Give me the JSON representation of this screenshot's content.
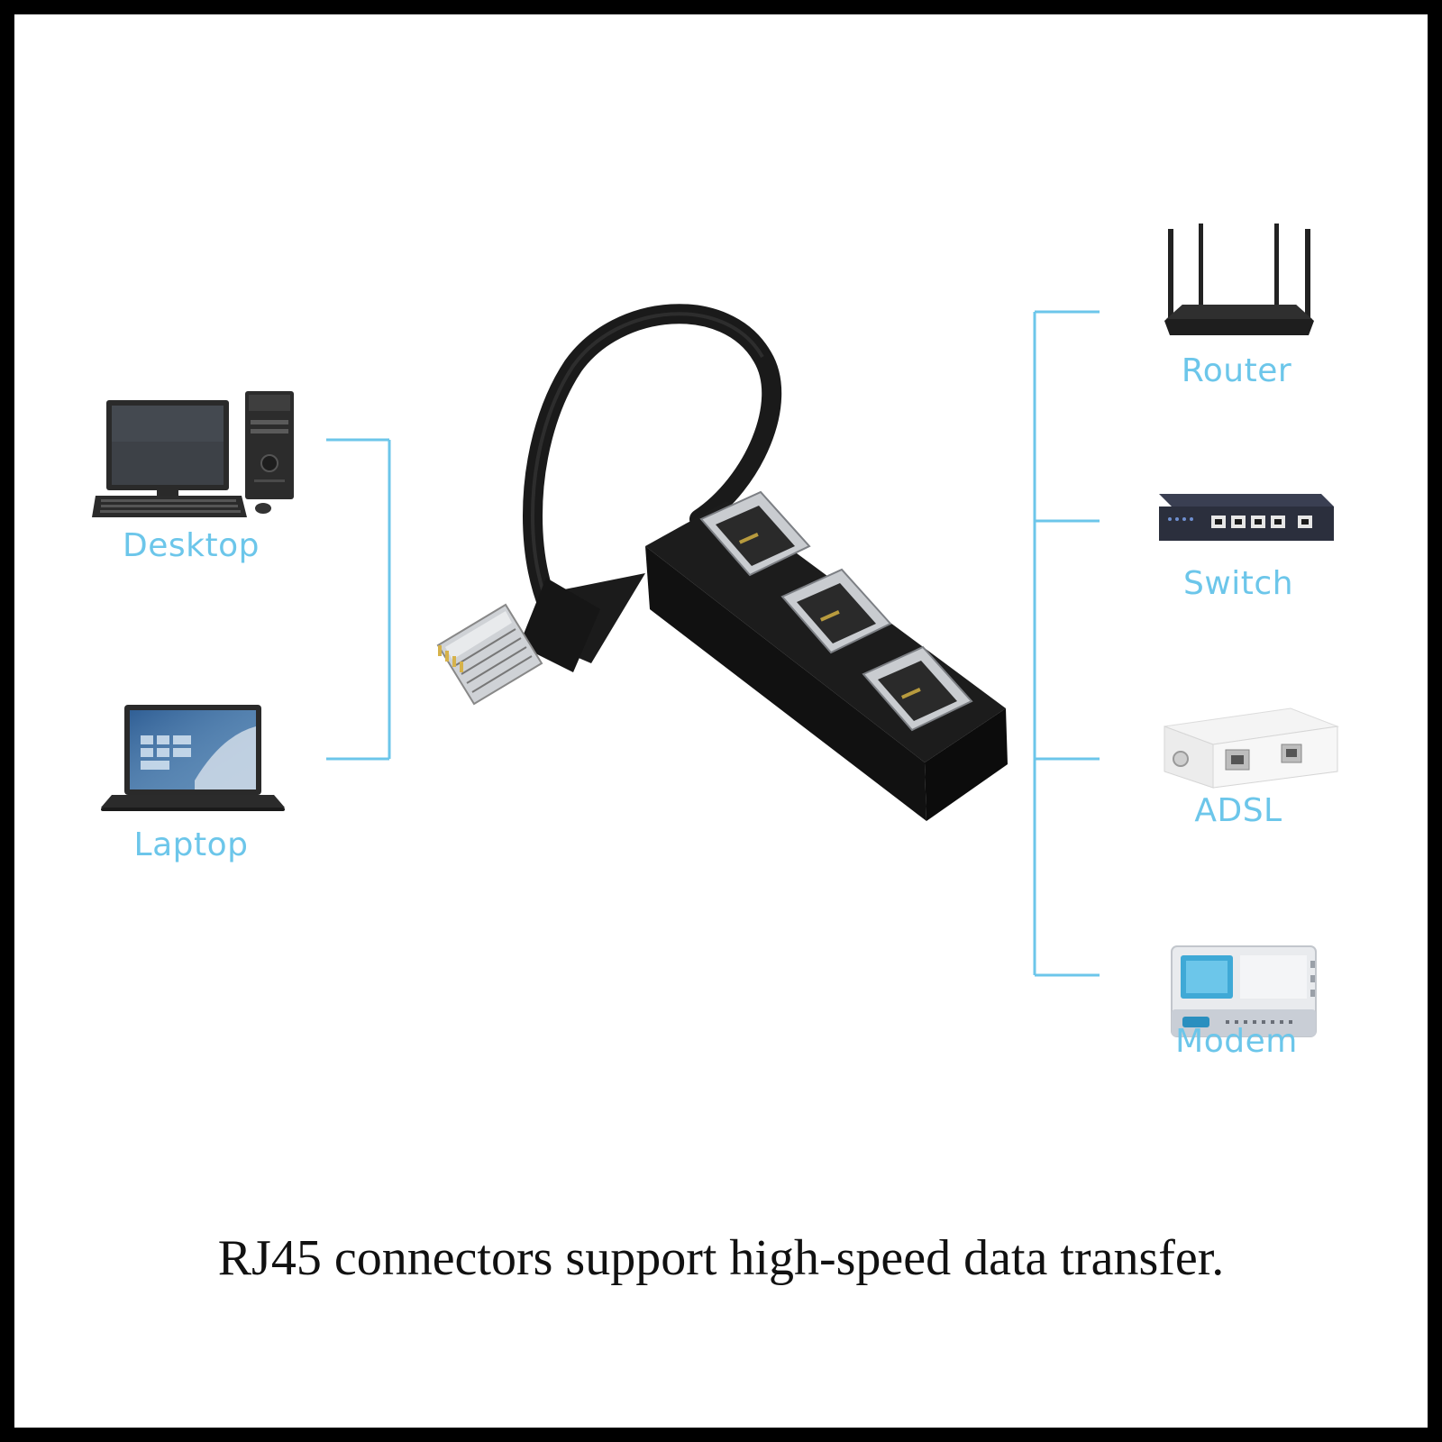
{
  "left_devices": [
    {
      "label": "Desktop",
      "icon": "desktop-computer-icon"
    },
    {
      "label": "Laptop",
      "icon": "laptop-icon"
    }
  ],
  "right_devices": [
    {
      "label": "Router",
      "icon": "router-icon"
    },
    {
      "label": "Switch",
      "icon": "network-switch-icon"
    },
    {
      "label": "ADSL",
      "icon": "adsl-box-icon"
    },
    {
      "label": "Modem",
      "icon": "modem-icon"
    }
  ],
  "center_product": {
    "icon": "rj45-1-to-3-splitter-icon",
    "ports": 3
  },
  "caption": "RJ45 connectors support high-speed data transfer.",
  "colors": {
    "label": "#6cc6ea",
    "connector_line": "#6cc6ea",
    "frame": "#000000",
    "background": "#ffffff"
  }
}
